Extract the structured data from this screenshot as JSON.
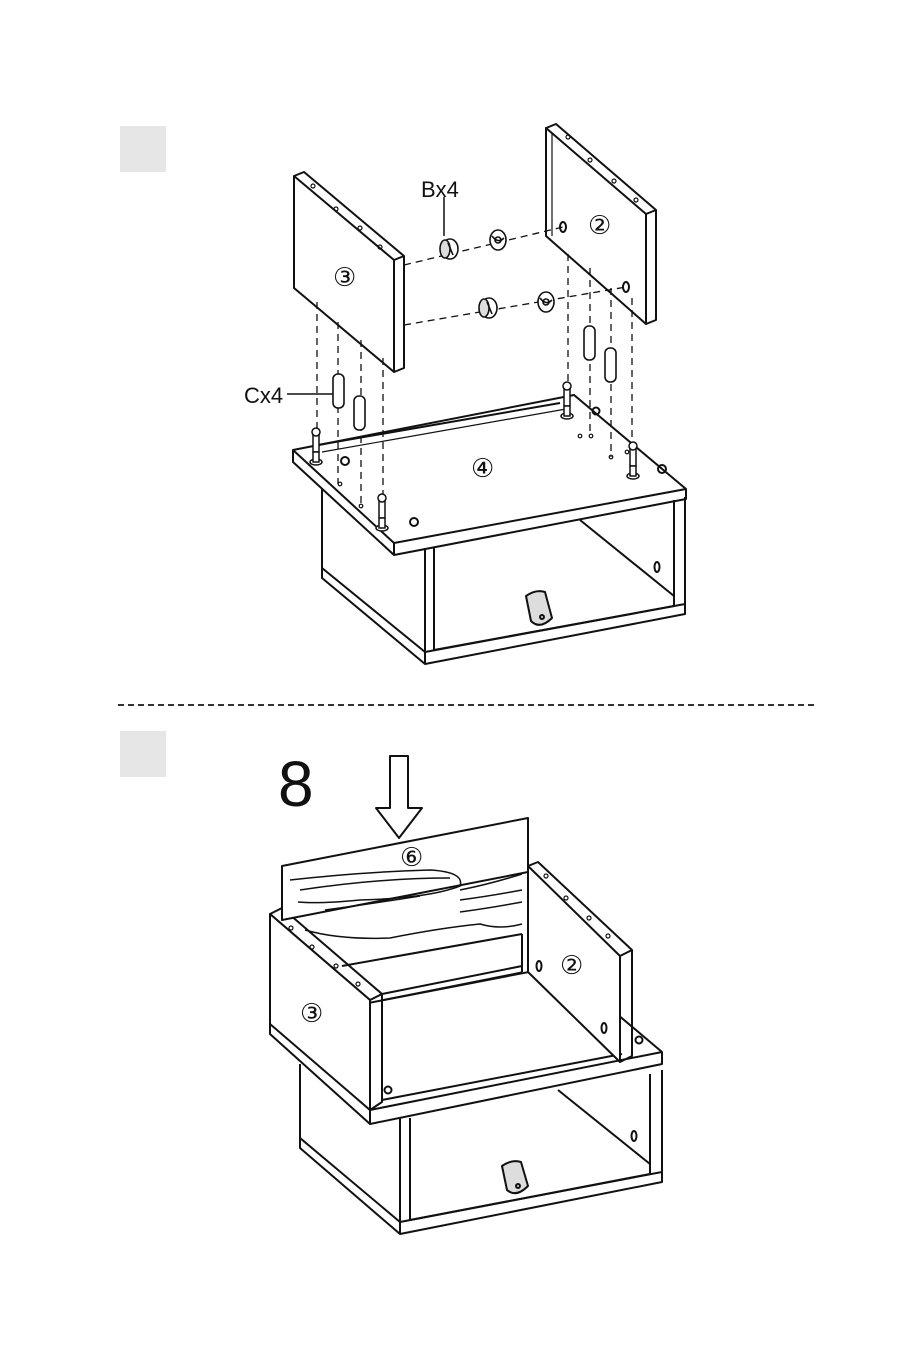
{
  "step1": {
    "hardware_b": "Bx4",
    "hardware_c": "Cx4",
    "panel_left": "③",
    "panel_right": "②",
    "panel_top": "④"
  },
  "step2": {
    "step_number": "8",
    "panel_back": "⑥",
    "panel_left": "③",
    "panel_right": "②"
  },
  "colors": {
    "line": "#111111",
    "step_box": "#e6e6e6",
    "divider": "#333333"
  }
}
